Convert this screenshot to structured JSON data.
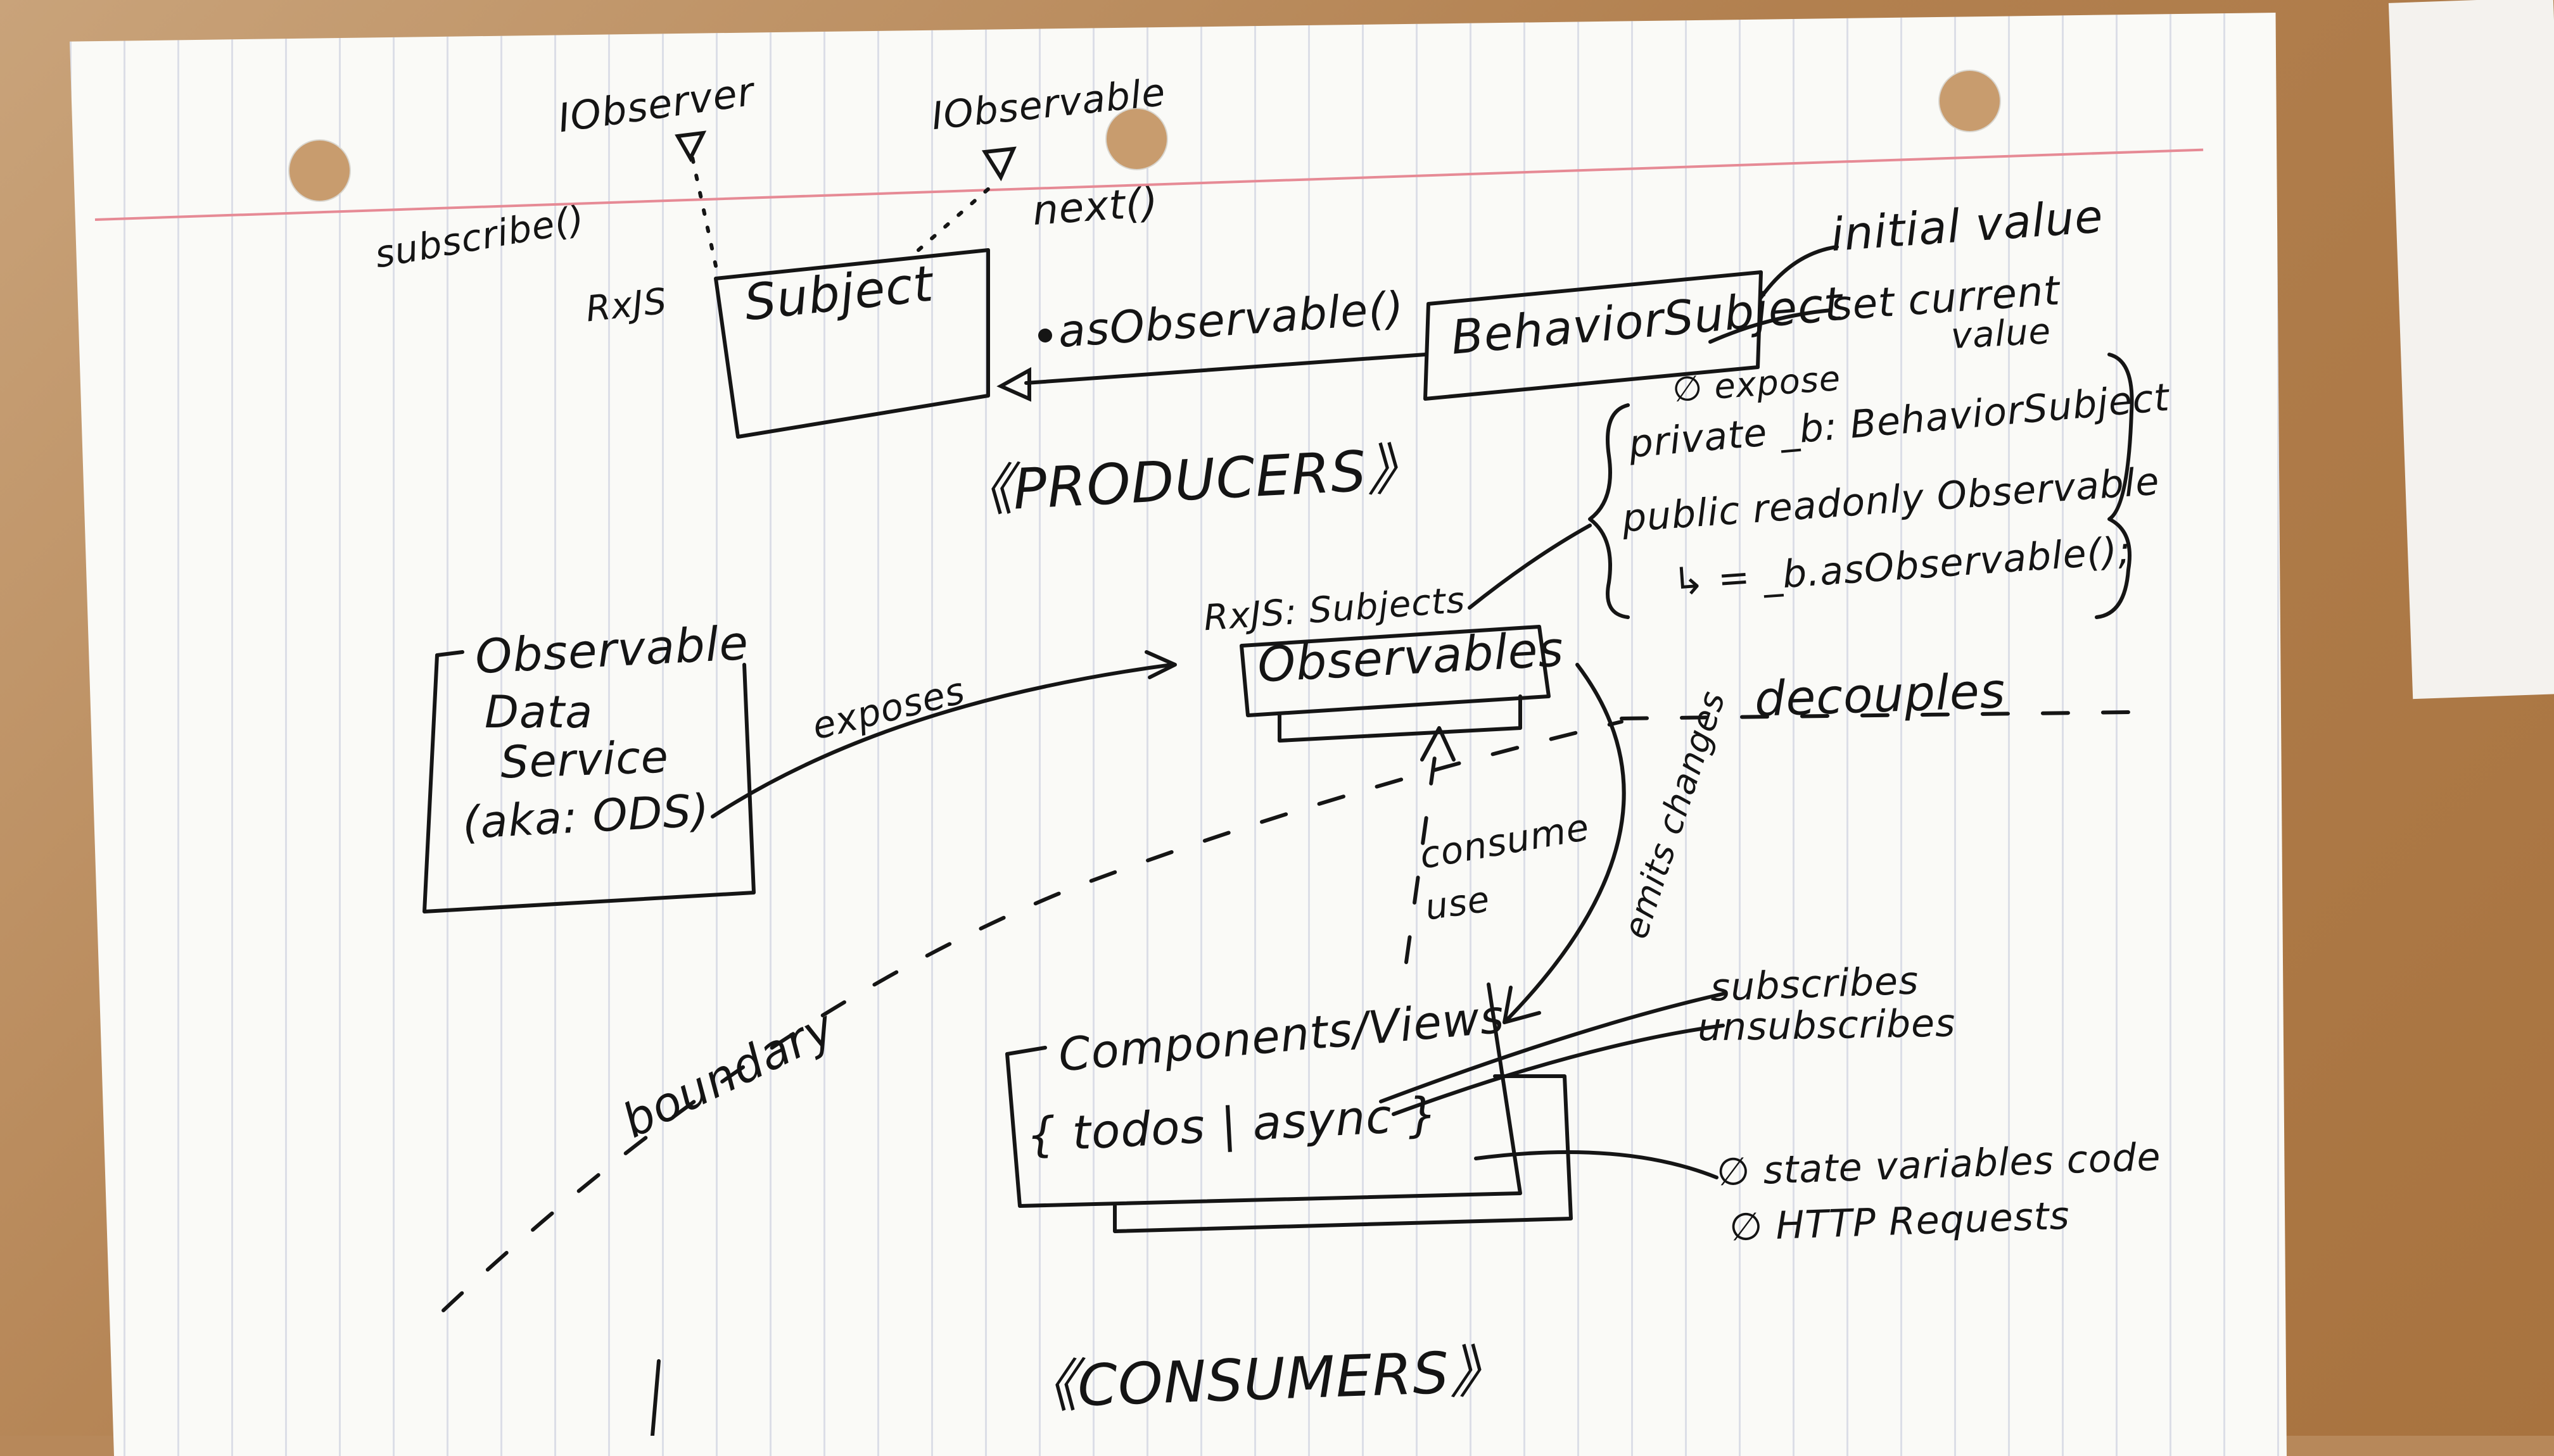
{
  "producers_label": "《PRODUCERS》",
  "consumers_label": "《CONSUMERS》",
  "interfaces": {
    "iobserver": "IObserver",
    "iobservable": "IObservable",
    "subscribe": "subscribe()",
    "next": "next()",
    "rxjs": "RxJS"
  },
  "subject": {
    "label": "Subject",
    "as_observable": "asObservable()"
  },
  "behavior_subject": {
    "label": "BehaviorSubject",
    "initial_value": "initial value",
    "set_current": "set current",
    "value": "value"
  },
  "code_note": {
    "no_expose": "∅ expose",
    "private_line": "private _b: BehaviorSubject",
    "public_line": "public readonly Observable",
    "assign_line": "↳ = _b.asObservable();"
  },
  "ods": {
    "line1": "Observable",
    "line2": "Data",
    "line3": "Service",
    "line4": "(aka: ODS)"
  },
  "exposes": "exposes",
  "observables": {
    "caption": "RxJS: Subjects",
    "label": "Observables"
  },
  "decouples": "decouples",
  "emits_changes": "emits changes",
  "consume_use": {
    "line1": "consume",
    "line2": "use"
  },
  "boundary": "boundary",
  "components": {
    "label": "Components/Views",
    "template": "{ todos | async }"
  },
  "subscribes": "subscribes",
  "unsubscribes": "unsubscribes",
  "no_state": "∅ state variables code",
  "no_http": "∅ HTTP Requests"
}
